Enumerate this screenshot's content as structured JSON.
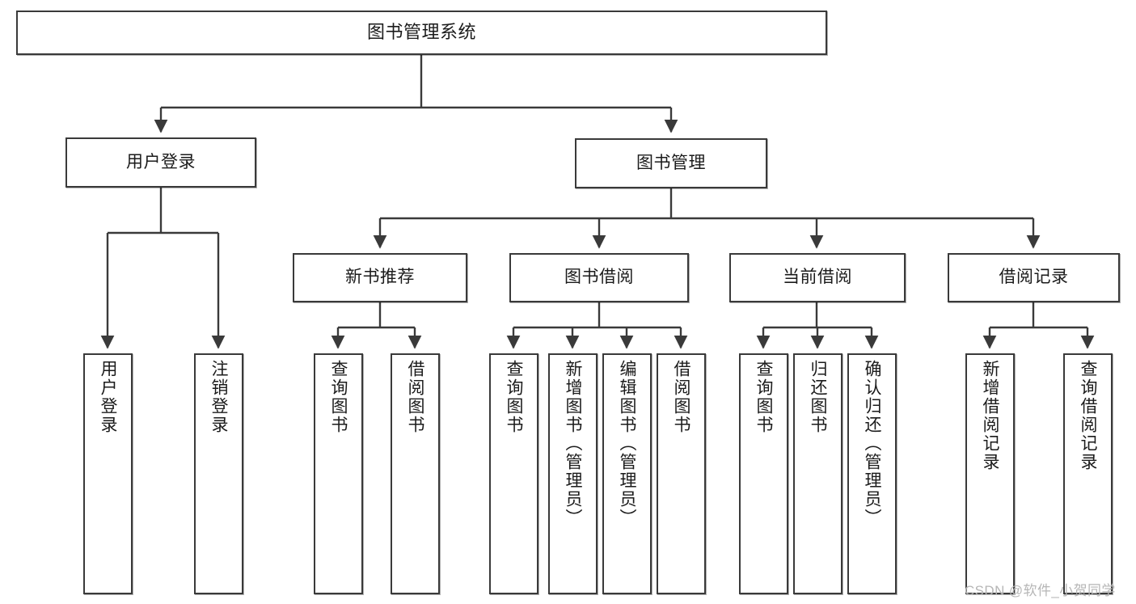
{
  "diagram": {
    "type": "tree-hierarchy",
    "title": "图书管理系统",
    "orientation": "top-down",
    "edge_color": "#3a3a3a",
    "node_border_color": "#3a3a3a",
    "node_fill_color": "#ffffff",
    "text_color": "#1b1b1b",
    "watermark": "CSDN @软件_小贺同学",
    "watermark_color": "#b6b6b6"
  },
  "nodes": {
    "root": {
      "label": "图书管理系统"
    },
    "level2": [
      {
        "label": "用户登录"
      },
      {
        "label": "图书管理"
      }
    ],
    "level3": [
      {
        "label": "新书推荐"
      },
      {
        "label": "图书借阅"
      },
      {
        "label": "当前借阅"
      },
      {
        "label": "借阅记录"
      }
    ],
    "leaves": {
      "user_login": [
        {
          "label": "用户登录"
        },
        {
          "label": "注销登录"
        }
      ],
      "new_book_rec": [
        {
          "label": "查询图书"
        },
        {
          "label": "借阅图书"
        }
      ],
      "book_borrow": [
        {
          "label": "查询图书"
        },
        {
          "label": "新增图书（管理员）"
        },
        {
          "label": "编辑图书（管理员）"
        },
        {
          "label": "借阅图书"
        }
      ],
      "current_borrow": [
        {
          "label": "查询图书"
        },
        {
          "label": "归还图书"
        },
        {
          "label": "确认归还（管理员）"
        }
      ],
      "borrow_records": [
        {
          "label": "新增借阅记录"
        },
        {
          "label": "查询借阅记录"
        }
      ]
    }
  }
}
